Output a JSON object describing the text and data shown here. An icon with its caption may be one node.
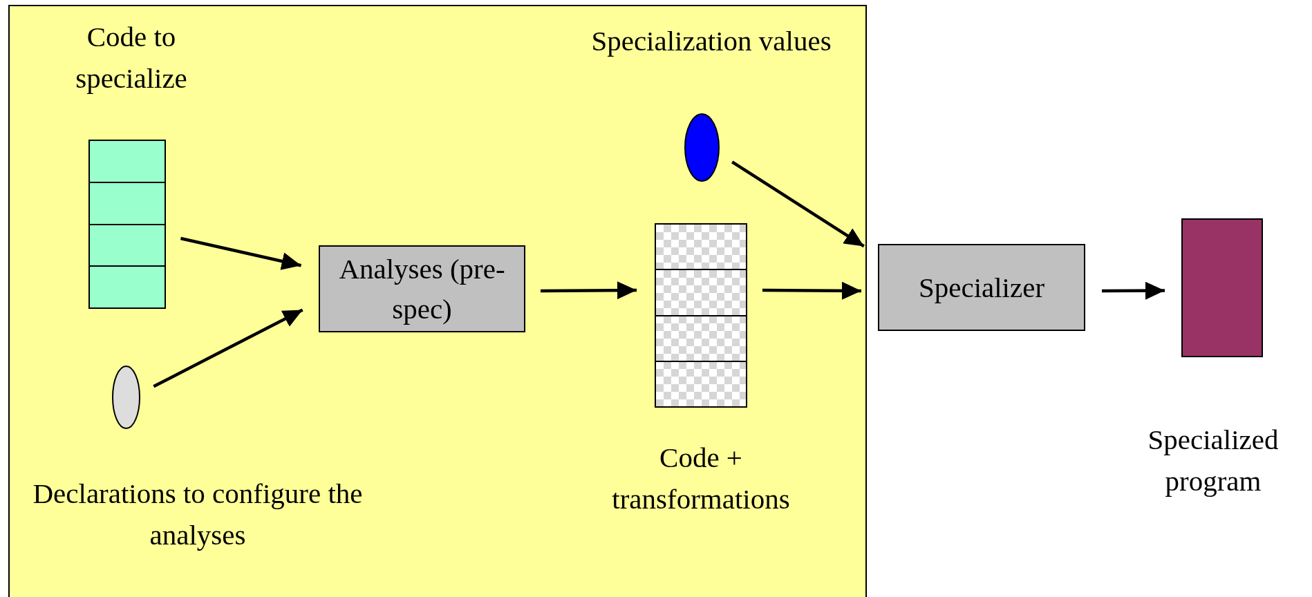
{
  "diagram": {
    "nodes": [
      {
        "text": [],
        "shape": "box"
      },
      {
        "text": [
          "Code to specialize"
        ],
        "in": 0
      },
      {
        "text": [
          "Declarations to configure the analyses"
        ],
        "in": 0
      },
      {
        "text": [
          "Analyses (pre-spec)"
        ],
        "in": 0
      },
      {
        "text": [
          "Specialization values"
        ],
        "in": 0
      },
      {
        "text": [
          "Code + transformations"
        ],
        "in": 0
      },
      {
        "text": [
          "Specializer"
        ]
      },
      {
        "text": [
          "Specialized program"
        ]
      }
    ],
    "edges": [
      {
        "from": 1,
        "to": 3,
        "arrow": "to"
      },
      {
        "from": 2,
        "to": 3,
        "arrow": "to"
      },
      {
        "from": 3,
        "to": 5,
        "arrow": "to"
      },
      {
        "from": 4,
        "to": 6,
        "arrow": "to"
      },
      {
        "from": 5,
        "to": 6,
        "arrow": "to"
      },
      {
        "from": 6,
        "to": 7,
        "arrow": "to"
      }
    ]
  }
}
